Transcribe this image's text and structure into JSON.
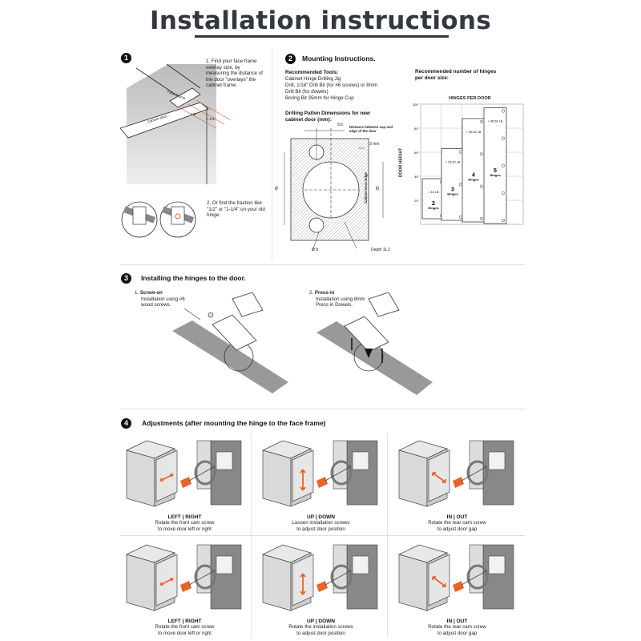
{
  "title": "Installation instructions",
  "section1": {
    "number": "1",
    "step1": "1. Find your face frame overlay size, by measuring the distance of the door \"overlays\" the cabinet frame.",
    "step2": "2. Or find the fraction like \"1/2\" or \"1-1/4\" on your old hinge.",
    "labels": {
      "face_frame": "Face Frame",
      "cabinet_door": "Cabinet door",
      "overlay_a": "1/2\"",
      "overlay_b": "1-1/4\""
    }
  },
  "section2": {
    "number": "2",
    "heading": "Mounting Instructions.",
    "tools_heading": "Recommended Tools:",
    "tools": [
      "Cabinet Hinge Drilling Jig",
      "Drill, 1/16\" Drill Bit (for #6 screws) or 8mm",
      "Drill Bit (for dowels)",
      "Boring Bit 35mm for Hinge Cup"
    ],
    "pattern_heading": "Drilling Patten Dimensions for new cabinet door (mm):",
    "dims": {
      "edge_distance": "9.5",
      "edge_distance_label": "Distance between cup and edge of the door",
      "offset": "3 mm",
      "hole_spacing": "45",
      "cup_diameter": "35",
      "edge_label": "Cabinet Door Edge",
      "dowel_diameter": "Ø 8",
      "depth": "Depth 11.2"
    }
  },
  "hinges_chart": {
    "heading": "Recommended number of hinges per door size:",
    "chart_data": {
      "type": "bar",
      "title": "HINGES PER DOOR",
      "ylabel": "DOOR HEIGHT",
      "yticks": [
        "20\"",
        "40\"",
        "60\"",
        "80\"",
        "100\""
      ],
      "ylim": [
        0,
        100
      ],
      "series": [
        {
          "count": "2",
          "label": "Hinges",
          "weight": "> 15 LB",
          "height": 38
        },
        {
          "count": "3",
          "label": "Hinges",
          "weight": "> 15-30 LB",
          "height": 63
        },
        {
          "count": "4",
          "label": "Hinges",
          "weight": "> 30-45 LB",
          "height": 88
        },
        {
          "count": "5",
          "label": "Hinges",
          "weight": "> 45-60 LB",
          "height": 97
        }
      ]
    }
  },
  "section3": {
    "number": "3",
    "heading": "Installing the hinges to the door.",
    "methods": [
      {
        "num": "1.",
        "title": "Screw-on",
        "desc": "Installation using #6 wood screws."
      },
      {
        "num": "2.",
        "title": "Press-in",
        "desc": "Installation using 8mm Press in Dowels."
      }
    ]
  },
  "section4": {
    "number": "4",
    "heading": "Adjustments (after mounting the hinge to the face frame)",
    "accent": "#e8642c",
    "panels": [
      {
        "a": "LEFT",
        "b": "RIGHT",
        "line1": "Rotate the front cam screw",
        "line2": "to move door left or right"
      },
      {
        "a": "UP",
        "b": "DOWN",
        "line1": "Loosen installation screws",
        "line2": "to adjust door position"
      },
      {
        "a": "IN",
        "b": "OUT",
        "line1": "Rotate the rear cam screw",
        "line2": "to adjust door gap"
      },
      {
        "a": "LEFT",
        "b": "RIGHT",
        "line1": "Rotate the front cam screw",
        "line2": "to move door left or right"
      },
      {
        "a": "UP",
        "b": "DOWN",
        "line1": "Rotate the installation screws",
        "line2": "to adjust door position"
      },
      {
        "a": "IN",
        "b": "OUT",
        "line1": "Rotate the rear cam screw",
        "line2": "to adjust door gap"
      }
    ]
  }
}
